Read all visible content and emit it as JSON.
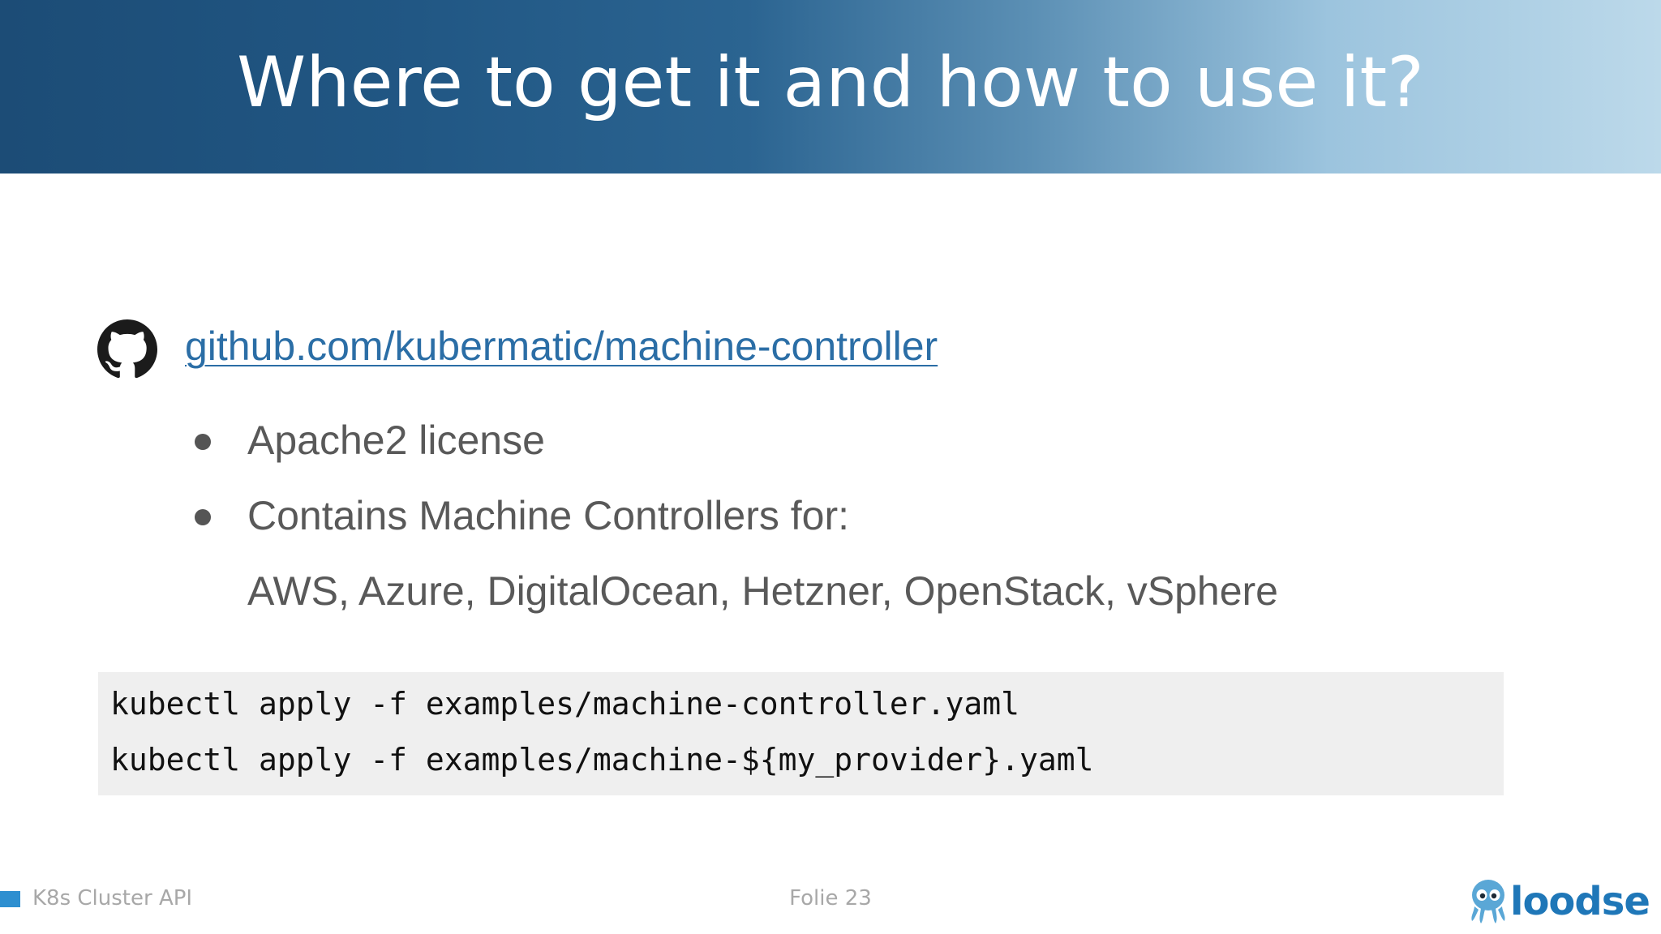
{
  "slide": {
    "title": "Where to get it and how to use it?",
    "link": {
      "icon": "github-icon",
      "text": "github.com/kubermatic/machine-controller"
    },
    "bullets": [
      "Apache2 license",
      "Contains Machine Controllers for:"
    ],
    "providers": "AWS, Azure, DigitalOcean, Hetzner, OpenStack,  vSphere",
    "code": [
      "kubectl apply -f examples/machine-controller.yaml",
      "kubectl apply -f examples/machine-${my_provider}.yaml"
    ]
  },
  "footer": {
    "left": "K8s Cluster API",
    "center": "Folie 23",
    "logo_text": "loodse",
    "logo_icon": "octopus-mascot-icon"
  },
  "colors": {
    "header_dark": "#1c4c76",
    "header_light": "#bcd9ea",
    "link": "#2b6ea6",
    "logo": "#1f77b8",
    "code_bg": "#efefef"
  }
}
